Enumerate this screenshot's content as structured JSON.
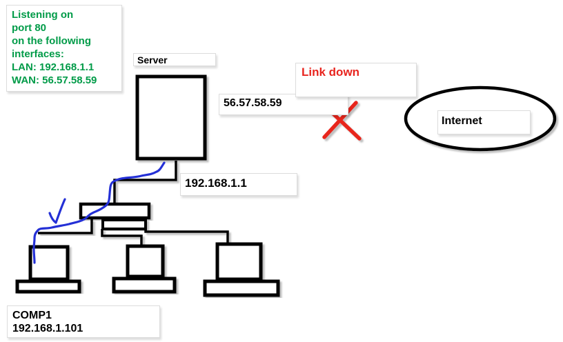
{
  "info_box": {
    "lines": [
      "Listening on",
      "port 80",
      "on the following",
      "interfaces:",
      "LAN: 192.168.1.1",
      "WAN: 56.57.58.59"
    ]
  },
  "nodes": {
    "server_label": "Server",
    "internet_label": "Internet"
  },
  "links": {
    "wan_ip": "56.57.58.59",
    "wan_status": "Link down",
    "lan_ip": "192.168.1.1"
  },
  "computers": {
    "comp1_name": "COMP1",
    "comp1_ip": "192.168.1.101"
  },
  "icons": {
    "link_down_x": "red-x-icon",
    "annotation_check": "blue-checkmark-icon",
    "annotation_scribble": "blue-scribble-line"
  },
  "colors": {
    "info_text": "#009b48",
    "status_error": "#e8251f",
    "annotation_blue": "#2430d6",
    "shape_stroke": "#000000",
    "background": "#ffffff"
  }
}
